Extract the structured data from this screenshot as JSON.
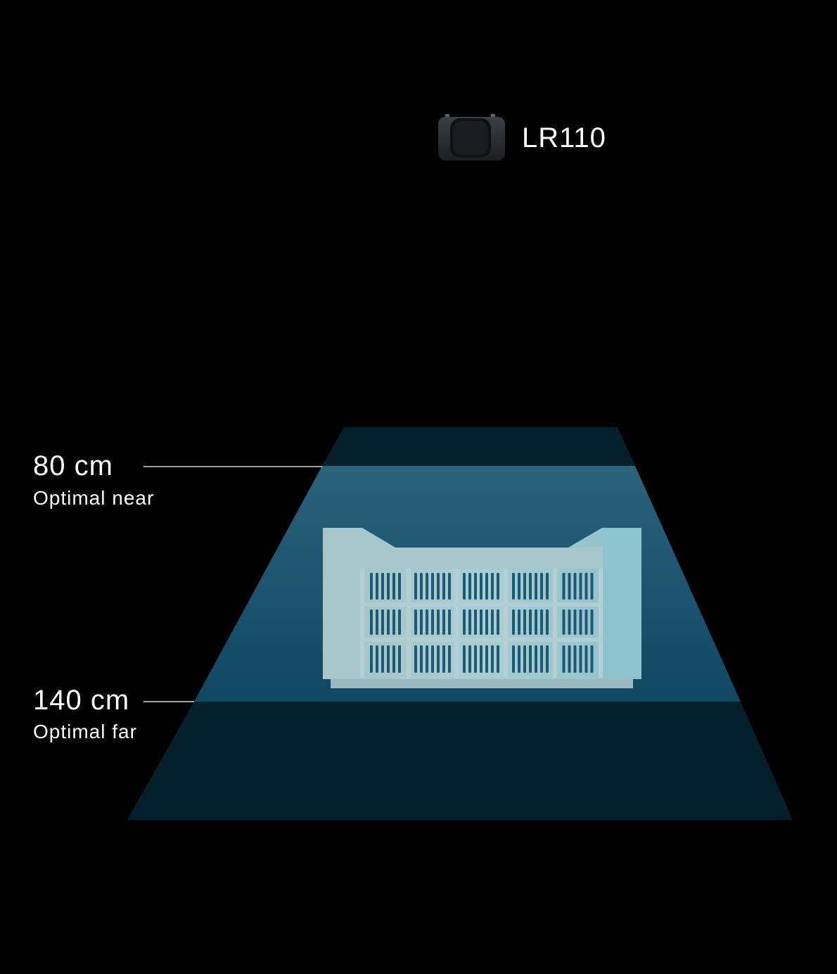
{
  "device": {
    "label": "LR110",
    "icon": "camera-device-icon"
  },
  "ranges": {
    "near": {
      "value": "80 cm",
      "caption": "Optimal near"
    },
    "far": {
      "value": "140 cm",
      "caption": "Optimal far"
    }
  },
  "colors": {
    "background": "#000000",
    "zone_dim": "#03202c",
    "zone_optimal_top": "#2a627c",
    "zone_optimal_bottom": "#104864",
    "crate": "#9fc6cc",
    "leader_line": "#ffffff"
  },
  "object": {
    "icon": "crate-icon"
  }
}
